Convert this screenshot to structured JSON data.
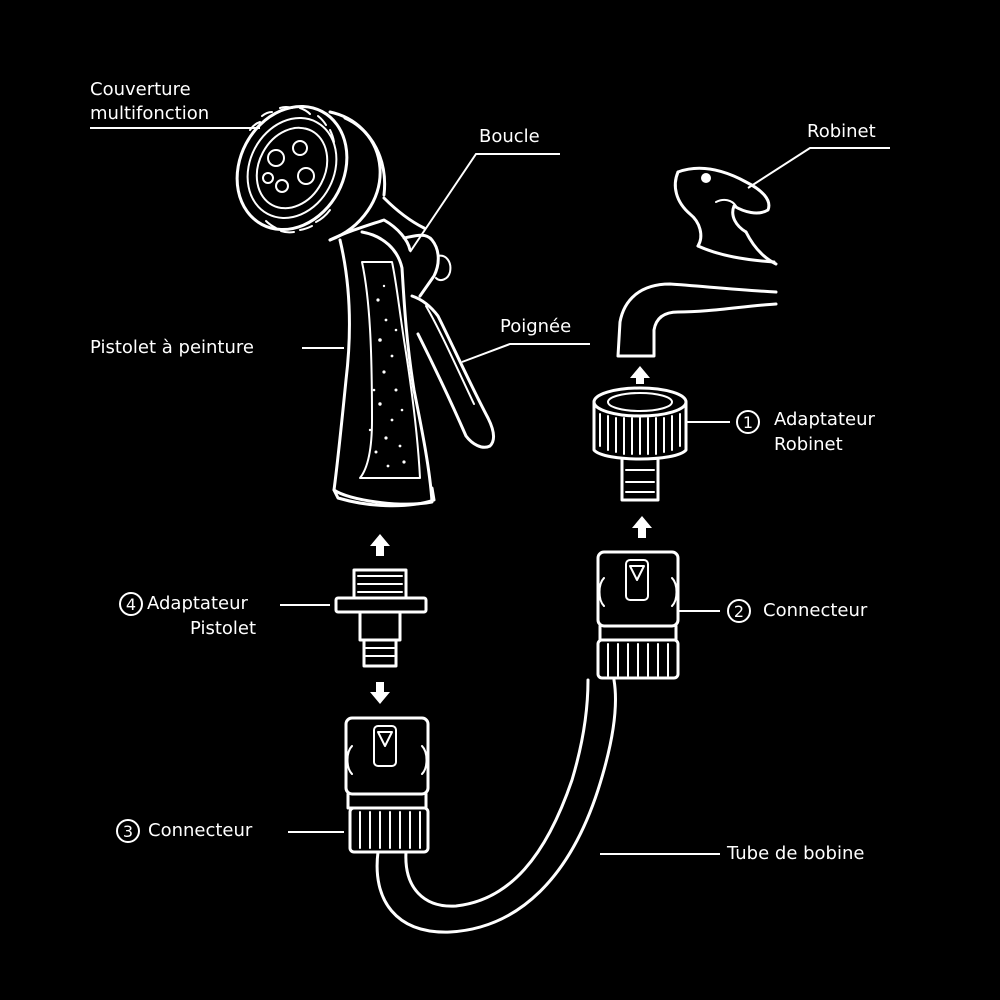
{
  "labels": {
    "multifunction_cover": [
      "Couverture",
      "multifonction"
    ],
    "buckle": "Boucle",
    "faucet": "Robinet",
    "paint_gun": "Pistolet à peinture",
    "handle": "Poignée",
    "faucet_adapter": {
      "number": "1",
      "lines": [
        "Adaptateur",
        "Robinet"
      ]
    },
    "connector_2": {
      "number": "2",
      "text": "Connecteur"
    },
    "gun_adapter": {
      "number": "4",
      "lines": [
        "Adaptateur",
        "Pistolet"
      ]
    },
    "connector_3": {
      "number": "3",
      "text": "Connecteur"
    },
    "coil_tube": "Tube de bobine"
  },
  "colors": {
    "background": "#000000",
    "line": "#ffffff"
  }
}
